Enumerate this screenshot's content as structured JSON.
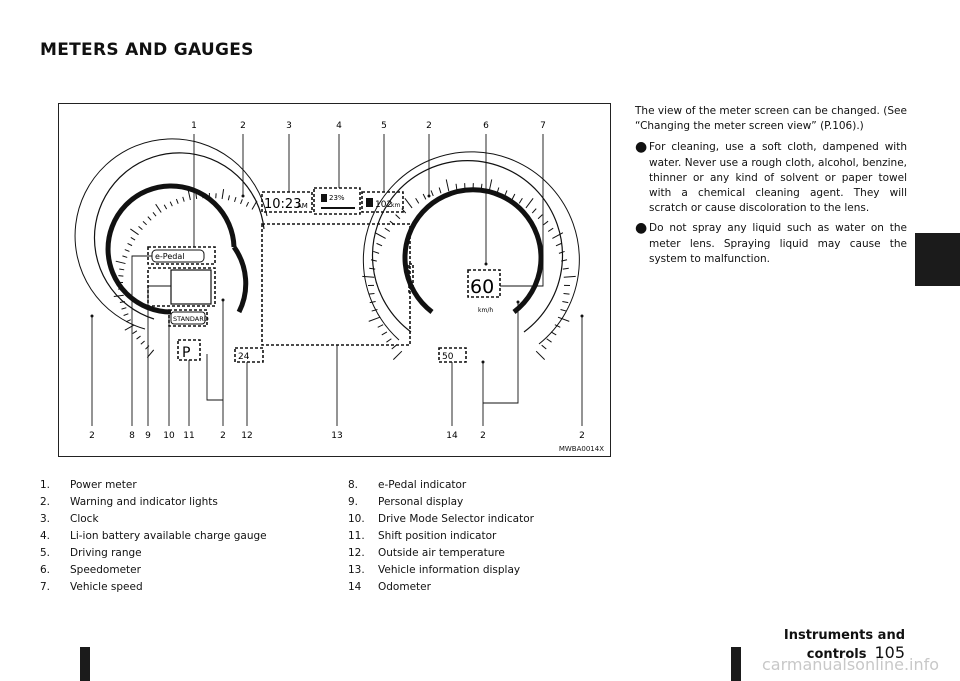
{
  "page": {
    "title": "METERS AND GAUGES",
    "figure_code": "MWBA0014X",
    "section": "Instruments and controls",
    "page_number": "105",
    "watermark": "carmanualsonline.info"
  },
  "diagram": {
    "top_callouts": [
      "1",
      "2",
      "3",
      "4",
      "5",
      "2",
      "6",
      "7"
    ],
    "bottom_callouts": [
      "2",
      "8",
      "9",
      "10",
      "11",
      "2",
      "12",
      "13",
      "14",
      "2",
      "2"
    ],
    "clock": "10:23",
    "clock_suffix": "AM",
    "charge_text": "23%",
    "range_text": "102",
    "range_unit": "km",
    "epedal_label": "e-Pedal",
    "drive_mode": "STANDARD",
    "shift": "P",
    "outside_temp": "24",
    "speed": "60",
    "speed_unit": "km/h",
    "odometer": "50"
  },
  "legend_left": [
    {
      "num": "1.",
      "text": "Power meter"
    },
    {
      "num": "2.",
      "text": "Warning and indicator lights"
    },
    {
      "num": "3.",
      "text": "Clock"
    },
    {
      "num": "4.",
      "text": "Li-ion battery available charge gauge"
    },
    {
      "num": "5.",
      "text": "Driving range"
    },
    {
      "num": "6.",
      "text": "Speedometer"
    },
    {
      "num": "7.",
      "text": "Vehicle speed"
    }
  ],
  "legend_right": [
    {
      "num": "8.",
      "text": "e-Pedal indicator"
    },
    {
      "num": "9.",
      "text": "Personal display"
    },
    {
      "num": "10.",
      "text": "Drive Mode Selector indicator"
    },
    {
      "num": "11.",
      "text": "Shift position indicator"
    },
    {
      "num": "12.",
      "text": "Outside air temperature"
    },
    {
      "num": "13.",
      "text": "Vehicle information display"
    },
    {
      "num": "14",
      "text": "Odometer"
    }
  ],
  "right_column": {
    "intro": "The view of the meter screen can be changed. (See “Changing the meter screen view” (P.106).)",
    "bullets": [
      "For cleaning, use a soft cloth, dampened with water. Never use a rough cloth, alcohol, benzine, thinner or any kind of solvent or paper towel with a chemical cleaning agent. They will scratch or cause discoloration to the lens.",
      "Do not spray any liquid such as water on the meter lens. Spraying liquid may cause the system to malfunction."
    ]
  }
}
